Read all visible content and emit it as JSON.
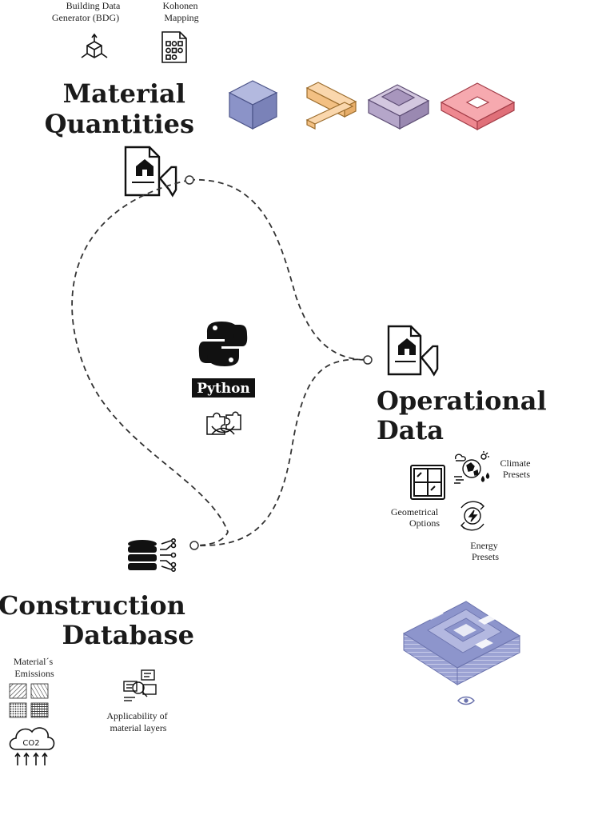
{
  "tools": {
    "bdg": "Building Data Generator (BDG)",
    "kohonen": "Kohonen Mapping"
  },
  "sections": {
    "material_quantities": [
      "Material",
      "Quantities"
    ],
    "operational_data": [
      "Operational",
      "Data"
    ],
    "construction_database": [
      "Construction",
      "Database"
    ]
  },
  "center": {
    "python_label": "Python"
  },
  "operational_items": {
    "climate": "Climate Presets",
    "geometrical": "Geometrical Options",
    "energy": "Energy Presets"
  },
  "database_items": {
    "emissions": "Material´s Emissions",
    "co2": "CO2",
    "applicability": "Applicability of material layers"
  },
  "colors": {
    "block_blue": "#8f97c9",
    "block_orange": "#f5c286",
    "block_purple": "#b8a8c8",
    "block_red": "#ef8e95",
    "python_badge": "#111111",
    "grid_blue": "#7e86c0"
  }
}
